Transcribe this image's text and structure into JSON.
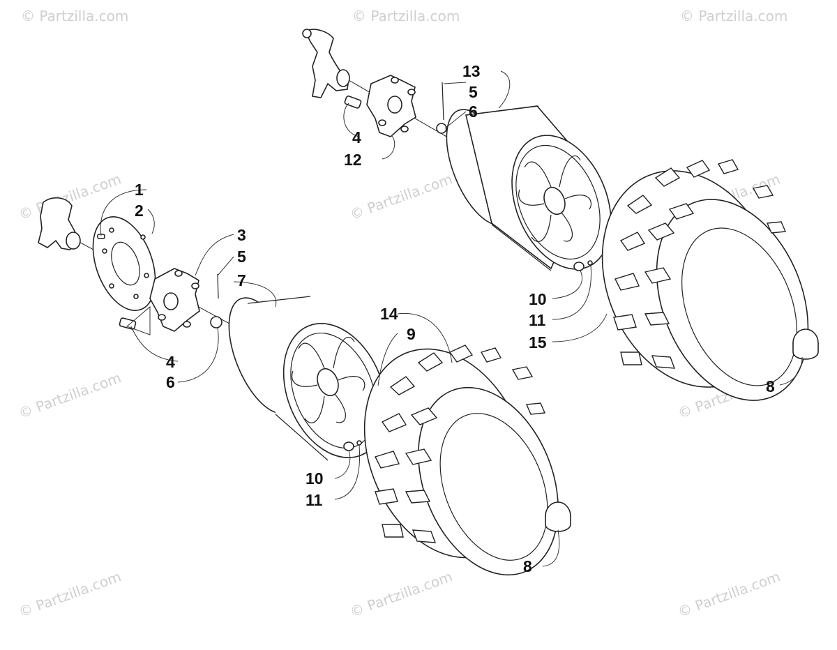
{
  "watermark": "© Partzilla.com",
  "callouts": {
    "c1": "1",
    "c2": "2",
    "c3": "3",
    "c5a": "5",
    "c7": "7",
    "c4a": "4",
    "c6a": "6",
    "c13": "13",
    "c5b": "5",
    "c6b": "6",
    "c4b": "4",
    "c12": "12",
    "c14": "14",
    "c9": "9",
    "c10a": "10",
    "c11a": "11",
    "c15": "15",
    "c10b": "10",
    "c11b": "11",
    "c8a": "8",
    "c8b": "8"
  },
  "parts": [
    {
      "id": "knuckle-left",
      "name": "steering knuckle"
    },
    {
      "id": "knuckle-right",
      "name": "steering knuckle"
    },
    {
      "id": "brake-disc",
      "name": "brake disc"
    },
    {
      "id": "hub-left",
      "name": "wheel hub"
    },
    {
      "id": "hub-right",
      "name": "wheel hub"
    },
    {
      "id": "rim-left",
      "name": "wheel rim"
    },
    {
      "id": "rim-right",
      "name": "wheel rim"
    },
    {
      "id": "tire-left",
      "name": "tire"
    },
    {
      "id": "tire-right",
      "name": "tire"
    },
    {
      "id": "cap-left",
      "name": "hub cap"
    },
    {
      "id": "cap-right",
      "name": "hub cap"
    }
  ]
}
